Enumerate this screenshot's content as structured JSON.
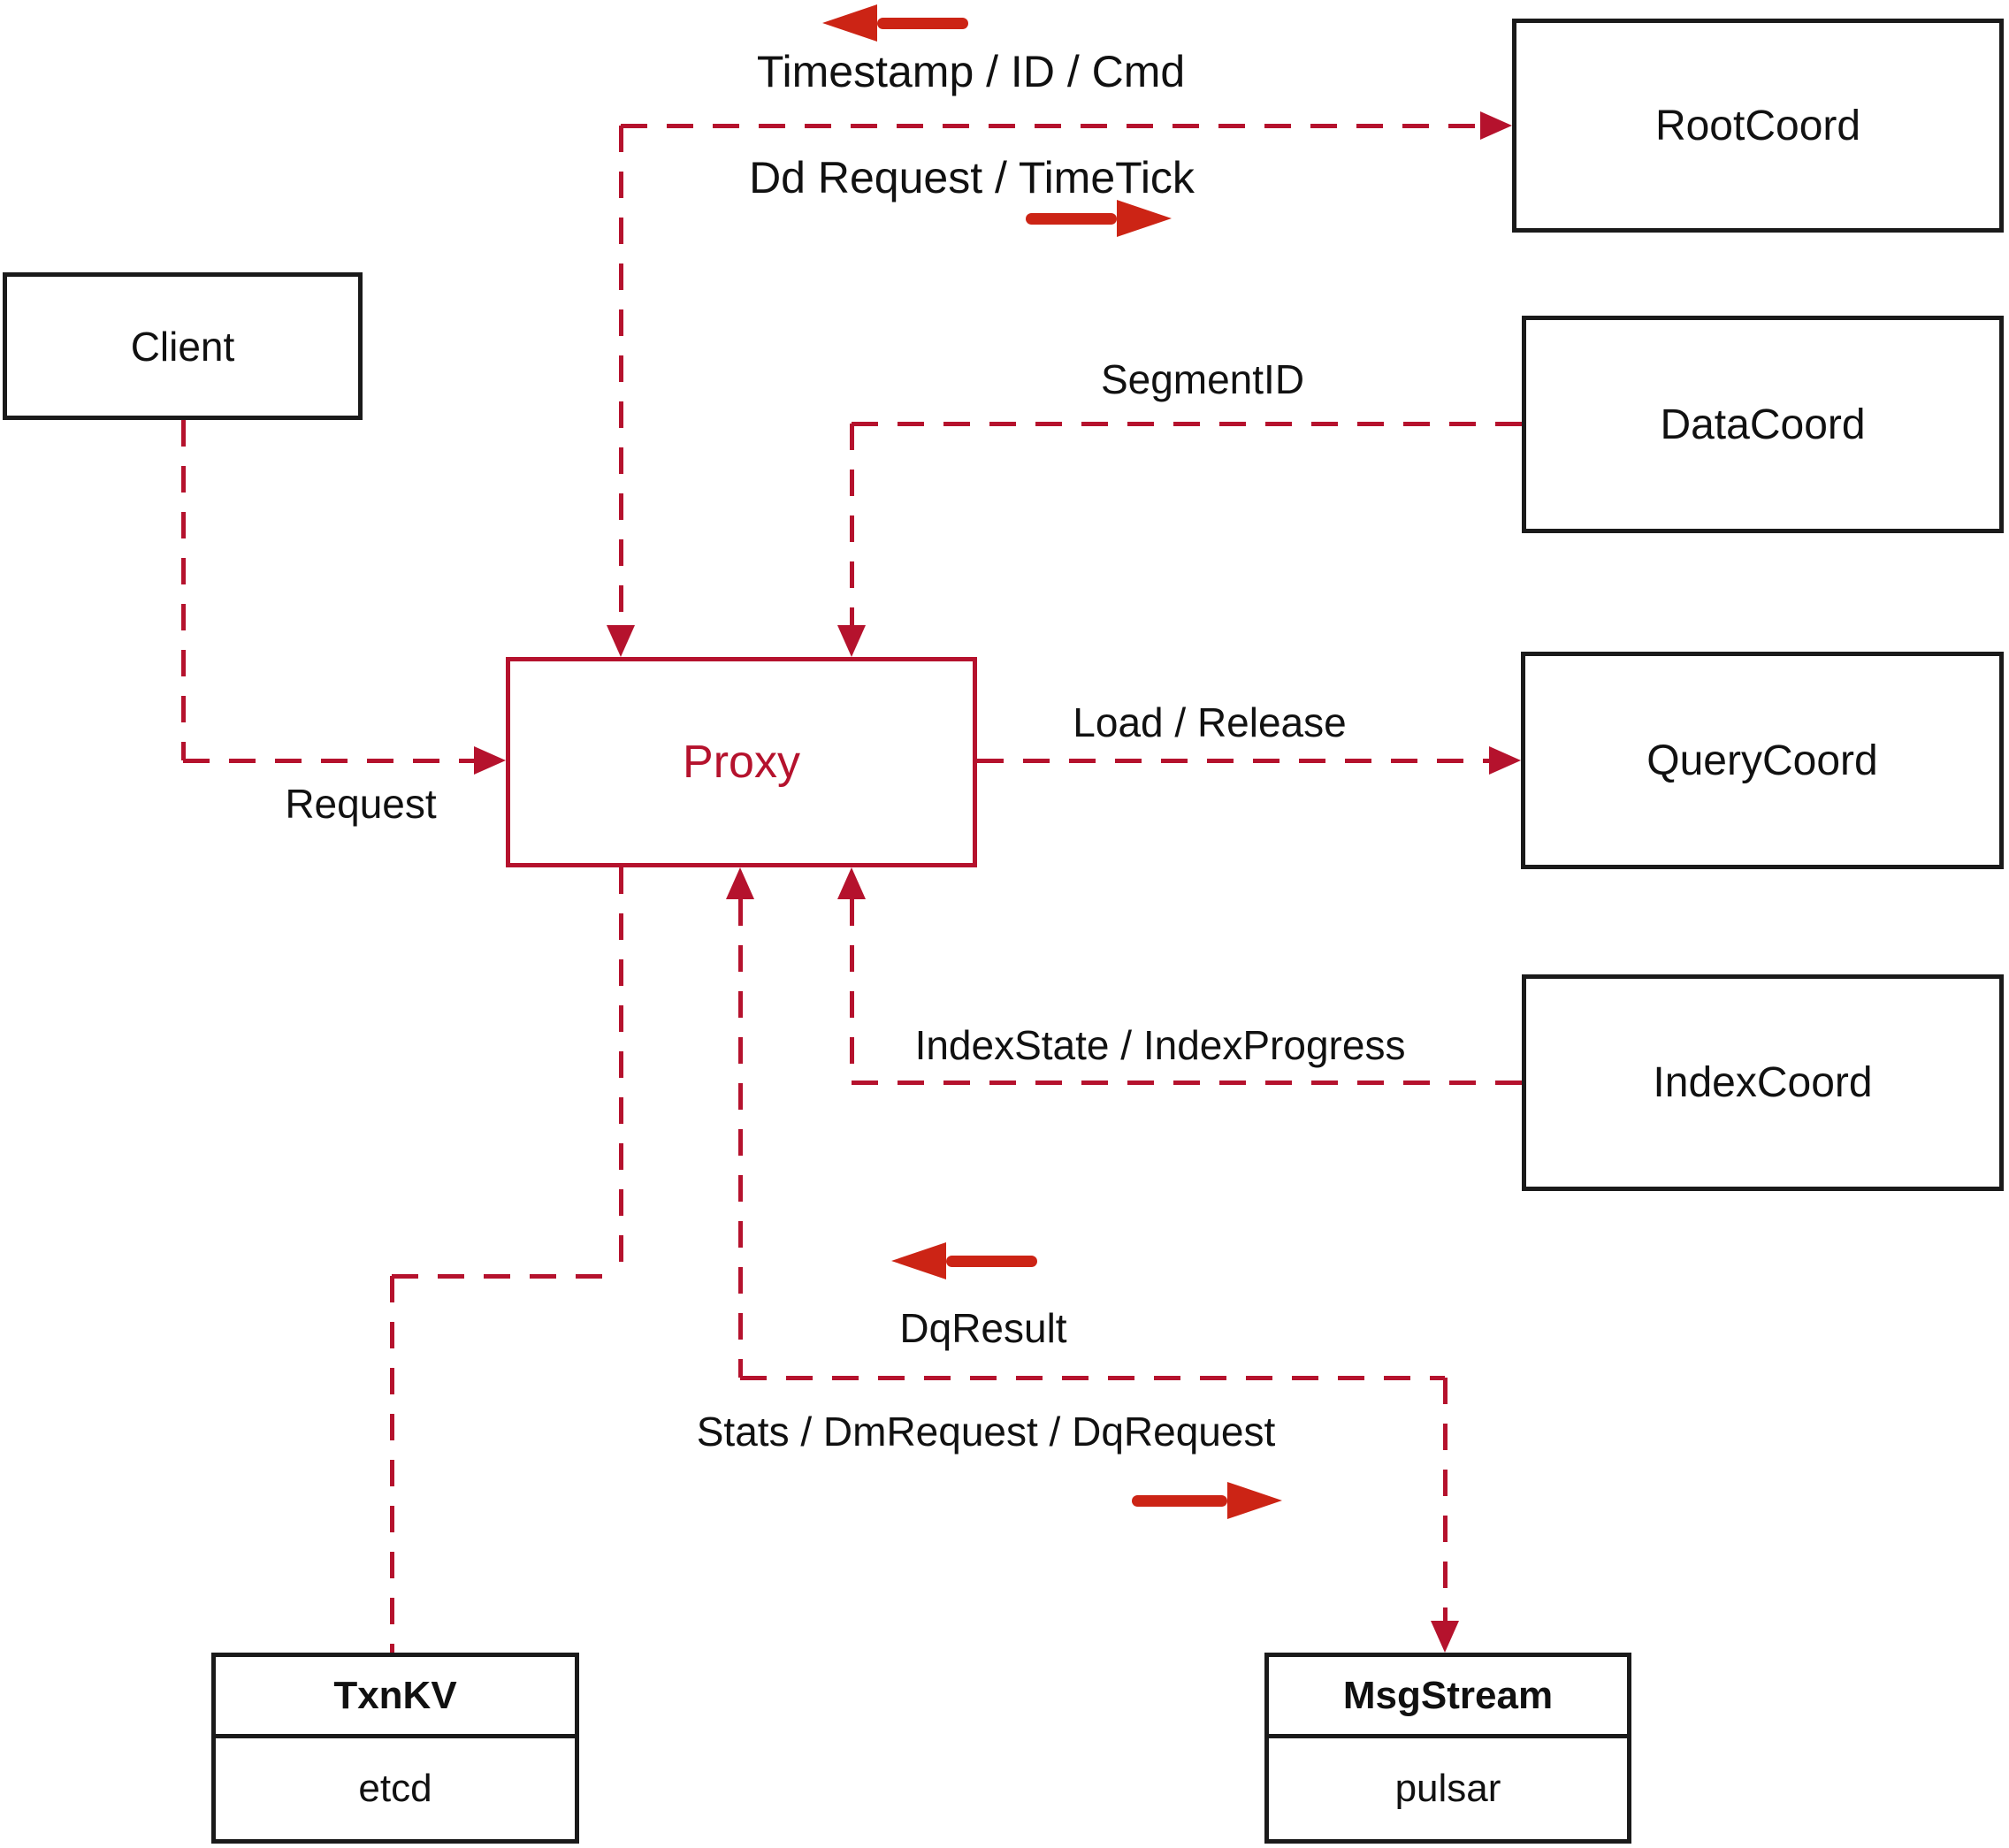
{
  "diagram": {
    "nodes": {
      "client": {
        "label": "Client"
      },
      "proxy": {
        "label": "Proxy"
      },
      "rootcoord": {
        "label": "RootCoord"
      },
      "datacoord": {
        "label": "DataCoord"
      },
      "querycoord": {
        "label": "QueryCoord"
      },
      "indexcoord": {
        "label": "IndexCoord"
      },
      "txnkv": {
        "title": "TxnKV",
        "impl": "etcd"
      },
      "msgstream": {
        "title": "MsgStream",
        "impl": "pulsar"
      }
    },
    "edges": {
      "client_to_proxy": {
        "label": "Request"
      },
      "proxy_rootcoord": {
        "label_to_proxy": "Timestamp / ID / Cmd",
        "label_to_rootcoord": "Dd Request / TimeTick"
      },
      "datacoord_to_proxy": {
        "label": "SegmentID"
      },
      "proxy_to_querycoord": {
        "label": "Load / Release"
      },
      "indexcoord_to_proxy": {
        "label": "IndexState / IndexProgress"
      },
      "proxy_msgstream": {
        "label_to_proxy": "DqResult",
        "label_to_msgstream": "Stats / DmRequest / DqRequest"
      }
    },
    "colors": {
      "dashed_line": "#b5122d",
      "solid_arrow": "#cc2415",
      "box_border": "#1a1a1a",
      "text": "#111111",
      "background": "#ffffff"
    }
  }
}
